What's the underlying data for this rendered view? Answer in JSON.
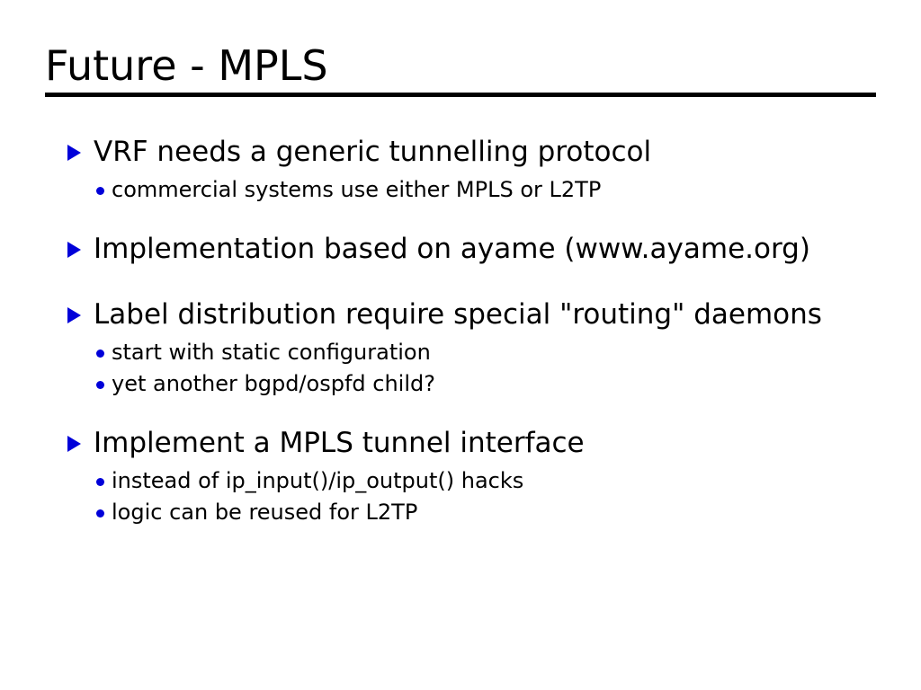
{
  "slide": {
    "title": "Future - MPLS",
    "background_color": "#ffffff",
    "text_color": "#000000",
    "bullet_color": "#0000d9",
    "rule_color": "#000000",
    "markers": {
      "level1": "triangle-right",
      "level2": "dot"
    },
    "groups": [
      {
        "id": "group-vrf",
        "level1": "VRF needs a generic tunnelling protocol",
        "level2": [
          "commercial systems use either MPLS or L2TP"
        ]
      },
      {
        "id": "group-implementation",
        "level1": "Implementation based on ayame (www.ayame.org)",
        "level2": []
      },
      {
        "id": "group-label-distribution",
        "level1": "Label distribution require special \"routing\" daemons",
        "level2": [
          "start with static configuration",
          "yet another bgpd/ospfd child?"
        ]
      },
      {
        "id": "group-tunnel-interface",
        "level1": "Implement a MPLS tunnel interface",
        "level2": [
          "instead of ip_input()/ip_output() hacks",
          "logic can be reused for L2TP"
        ]
      }
    ]
  }
}
